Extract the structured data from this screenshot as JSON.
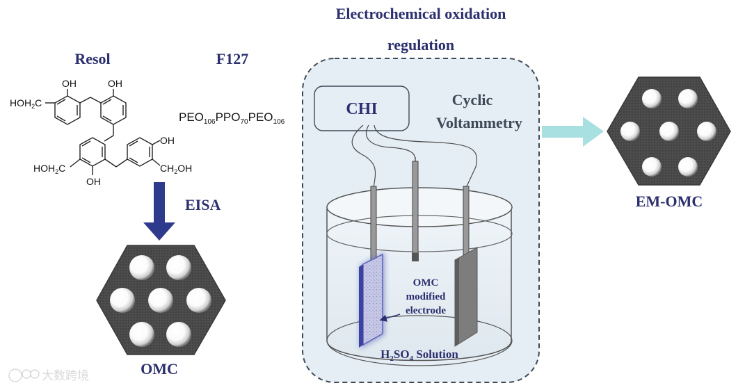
{
  "title_line1": "Electrochemical oxidation",
  "title_line2": "regulation",
  "labels": {
    "resol": "Resol",
    "f127": "F127",
    "f127_formula": {
      "p1": "PEO",
      "s1": "106",
      "p2": "PPO",
      "s2": "70",
      "p3": "PEO",
      "s3": "106"
    },
    "eisa": "EISA",
    "omc": "OMC",
    "em_omc": "EM-OMC",
    "chi": "CHI",
    "cyclic": "Cyclic",
    "voltammetry": "Voltammetry",
    "omc_modified_1": "OMC",
    "omc_modified_2": "modified",
    "omc_modified_3": "electrode",
    "solution": {
      "h": "H",
      "s_2": "2",
      "so": "SO",
      "s_4": "4",
      "rest": " Solution"
    }
  },
  "resol_structure": {
    "hoh2c_top": "HOH",
    "sub2_top": "2",
    "c_top": "C",
    "oh_1": "OH",
    "oh_2": "OH",
    "oh_3": "OH",
    "hoh2c_left": "HOH",
    "sub2_left": "2",
    "c_left": "C",
    "oh_4": "OH",
    "ch2oh_ch": "CH",
    "ch2oh_sub": "2",
    "ch2oh_oh": "OH"
  },
  "watermark": "大数跨境",
  "colors": {
    "title_navy": "#2b2f6e",
    "arrow_blue": "#2e3a8c",
    "arrow_teal": "#a8dfe1",
    "panel_fill": "#e6eef5",
    "panel_border": "#3d4a57",
    "carbon_dark": "#454545",
    "electrode_blue": "#5a62b8",
    "electrode_gray": "#7d7d7d"
  }
}
